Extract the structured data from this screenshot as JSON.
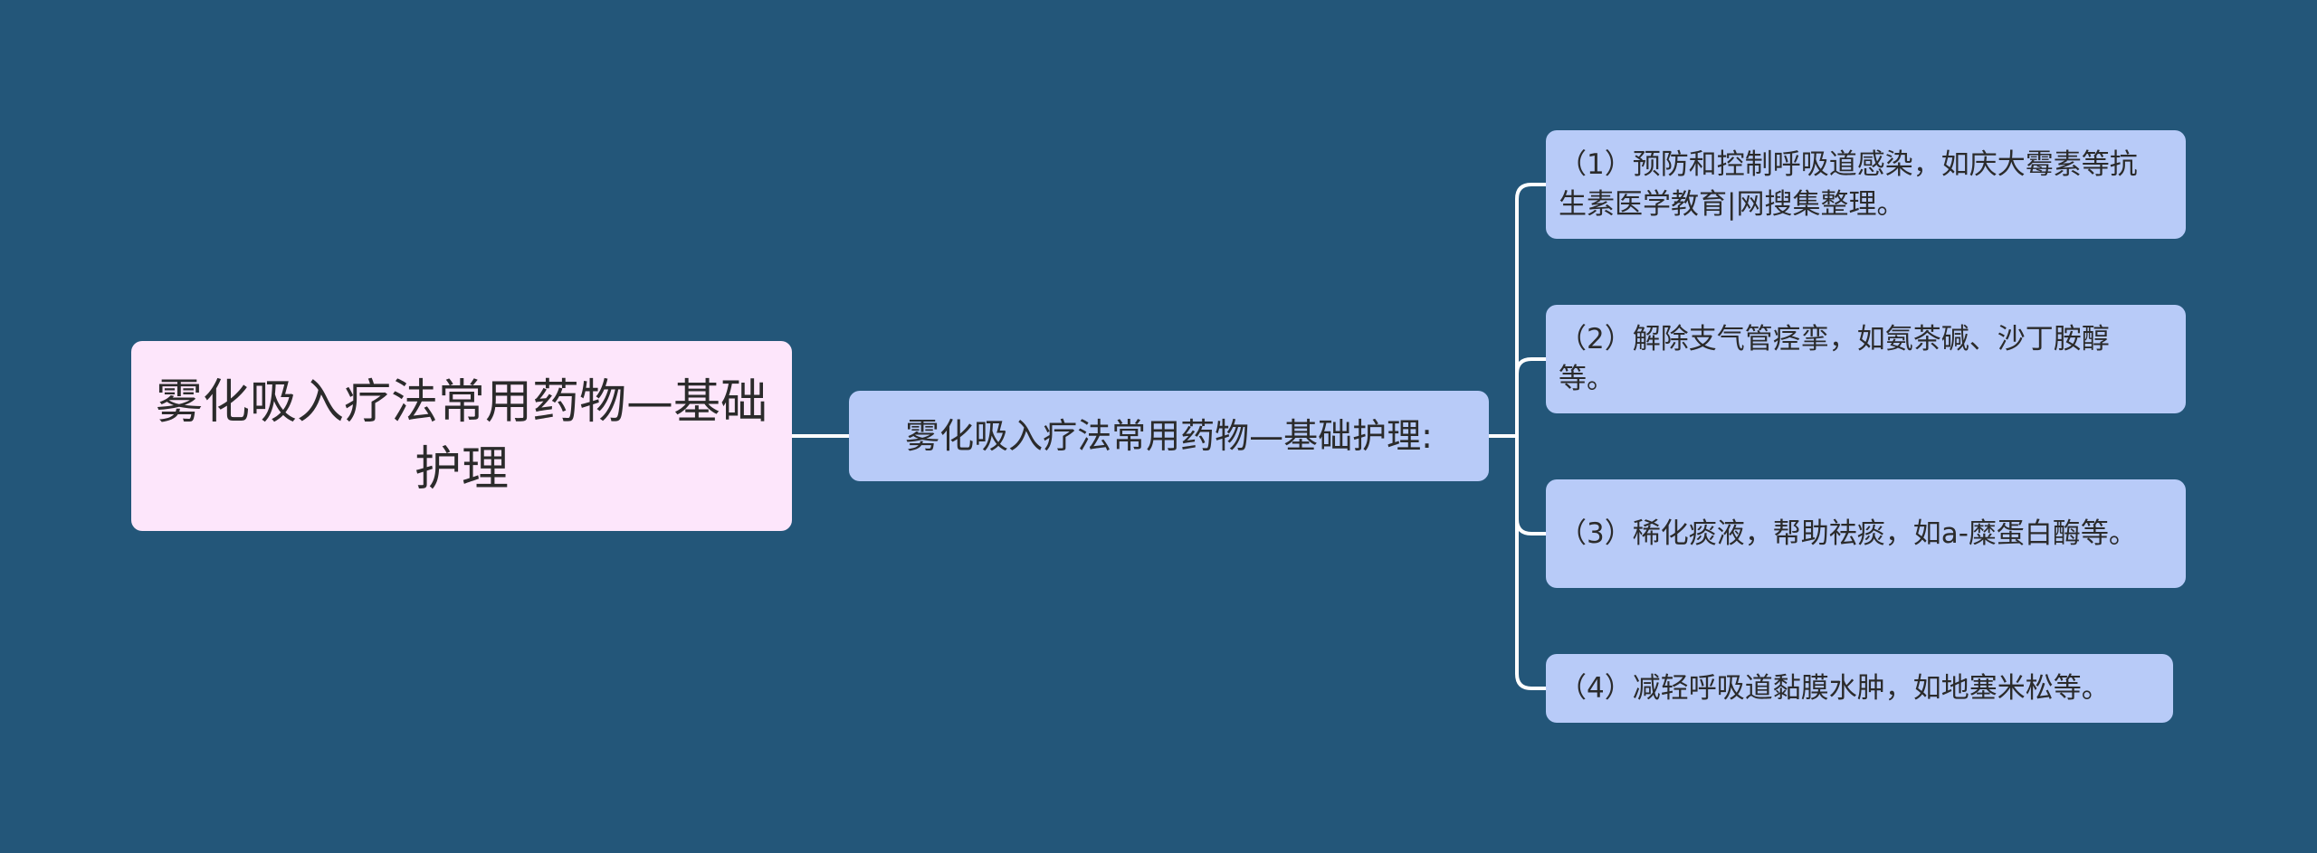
{
  "diagram": {
    "root": {
      "label": "雾化吸入疗法常用药物—基础护理"
    },
    "middle": {
      "label": "雾化吸入疗法常用药物—基础护理:"
    },
    "leaves": [
      {
        "label": "（1）预防和控制呼吸道感染，如庆大霉素等抗生素医学教育|网搜集整理。"
      },
      {
        "label": "（2）解除支气管痉挛，如氨茶碱、沙丁胺醇等。"
      },
      {
        "label": "（3）稀化痰液，帮助祛痰，如a-糜蛋白酶等。"
      },
      {
        "label": "（4）减轻呼吸道黏膜水肿，如地塞米松等。"
      }
    ]
  },
  "colors": {
    "background": "#235679",
    "root_fill": "#fde6fb",
    "node_fill": "#b8cbf8",
    "connector": "#ffffff"
  }
}
